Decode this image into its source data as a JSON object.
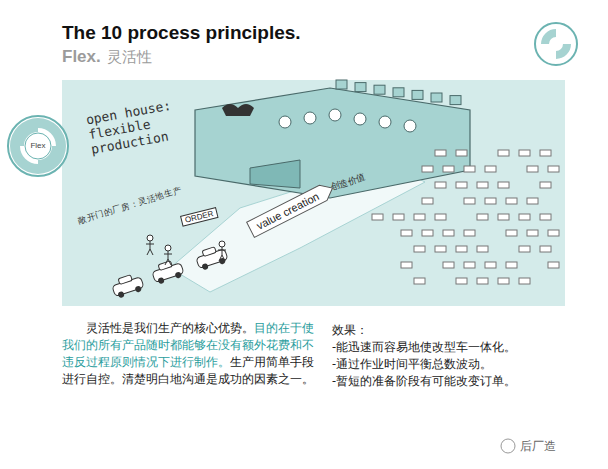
{
  "diagram": {
    "title": "The 10 process principles.",
    "nodes": [
      {
        "text": [
          "ORDER"
        ]
      },
      {
        "text": [
          "value creation"
        ]
      }
    ],
    "edges": [],
    "labels": [
      "Flex.",
      "灵活性",
      "Flex",
      "open house: flexible production",
      "敞开门的厂房：灵活地生产",
      "创造价值",
      "灵活性是我们生产的核心优势。",
      "目的在于使我们的所有产品随时都能够在没有额外花费和不违反过程原则情况下进行制作。",
      "生产用简单手段进行自控。清楚明白地沟通是成功的因素之一。",
      "效果：",
      "-能迅速而容易地使改型车一体化。",
      "-通过作业时间平衡总数波动。",
      "-暂短的准备阶段有可能改变订单。",
      "后厂造"
    ]
  }
}
